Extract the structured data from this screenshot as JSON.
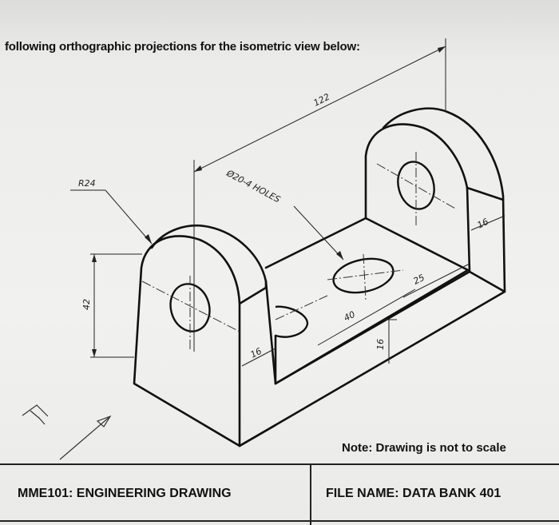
{
  "heading": "following orthographic projections for the isometric view below:",
  "dimensions": {
    "overall_length": "122",
    "holes": "Ø20-4 HOLES",
    "radius": "R24",
    "height": "42",
    "upright_thickness_left": "16",
    "upright_thickness_right": "16",
    "base_thickness": "16",
    "base_depth": "40",
    "hole_offset": "25"
  },
  "note": "Note: Drawing is not to scale",
  "title_block": {
    "course": "MME101: ENGINEERING DRAWING",
    "file_name": "FILE NAME: DATA BANK 401"
  }
}
